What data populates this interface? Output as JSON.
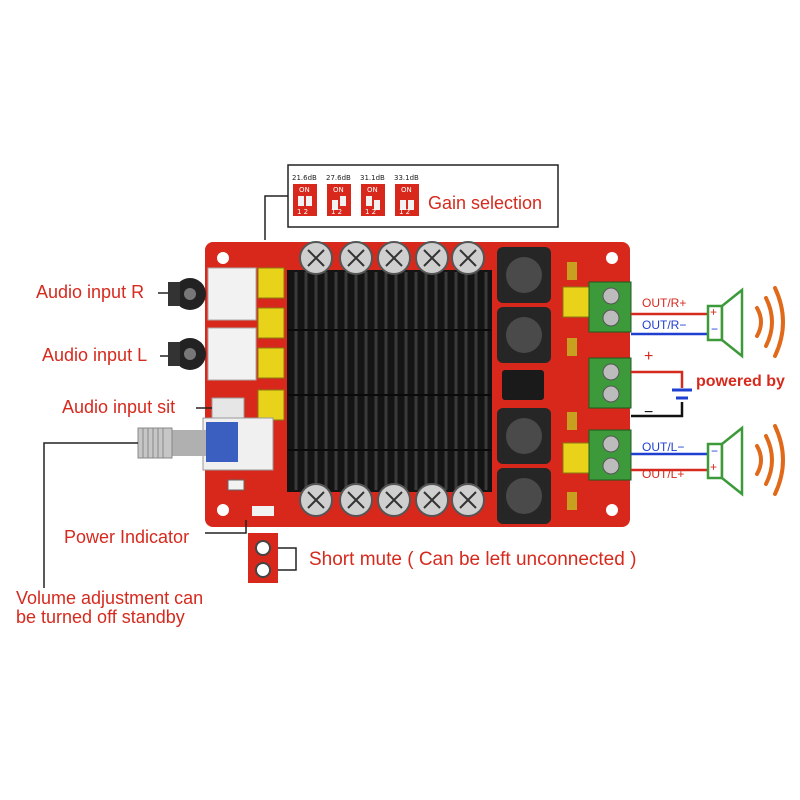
{
  "gain_options": [
    {
      "db": "21.6dB",
      "switch_on": "ON",
      "switch_nums": "1 2"
    },
    {
      "db": "27.6dB",
      "switch_on": "ON",
      "switch_nums": "1 2"
    },
    {
      "db": "31.1dB",
      "switch_on": "ON",
      "switch_nums": "1 2"
    },
    {
      "db": "33.1dB",
      "switch_on": "ON",
      "switch_nums": "1 2"
    }
  ],
  "labels": {
    "gain_selection": "Gain selection",
    "audio_input_r": "Audio input R",
    "audio_input_l": "Audio input L",
    "audio_input_sit": "Audio input sit",
    "power_indicator": "Power Indicator",
    "volume_line1": "Volume adjustment can",
    "volume_line2": "be turned off standby",
    "short_mute": "Short mute ( Can be left unconnected )",
    "powered_by": "powered by",
    "out_r_plus": "OUT/R+",
    "out_r_minus": "OUT/R−",
    "out_l_minus": "OUT/L−",
    "out_l_plus": "OUT/L+",
    "plus_sign": "+",
    "minus_sign": "−",
    "spk_plus": "+",
    "spk_minus": "−"
  },
  "colors": {
    "label_red": "#d62a1e",
    "pcb_red": "#d8281c",
    "heatsink_black": "#141414",
    "terminal_green": "#3d9a3a",
    "cap_yellow": "#e8d21a",
    "wire_blue": "#1f3fd0",
    "wave_orange": "#e06a1a"
  }
}
